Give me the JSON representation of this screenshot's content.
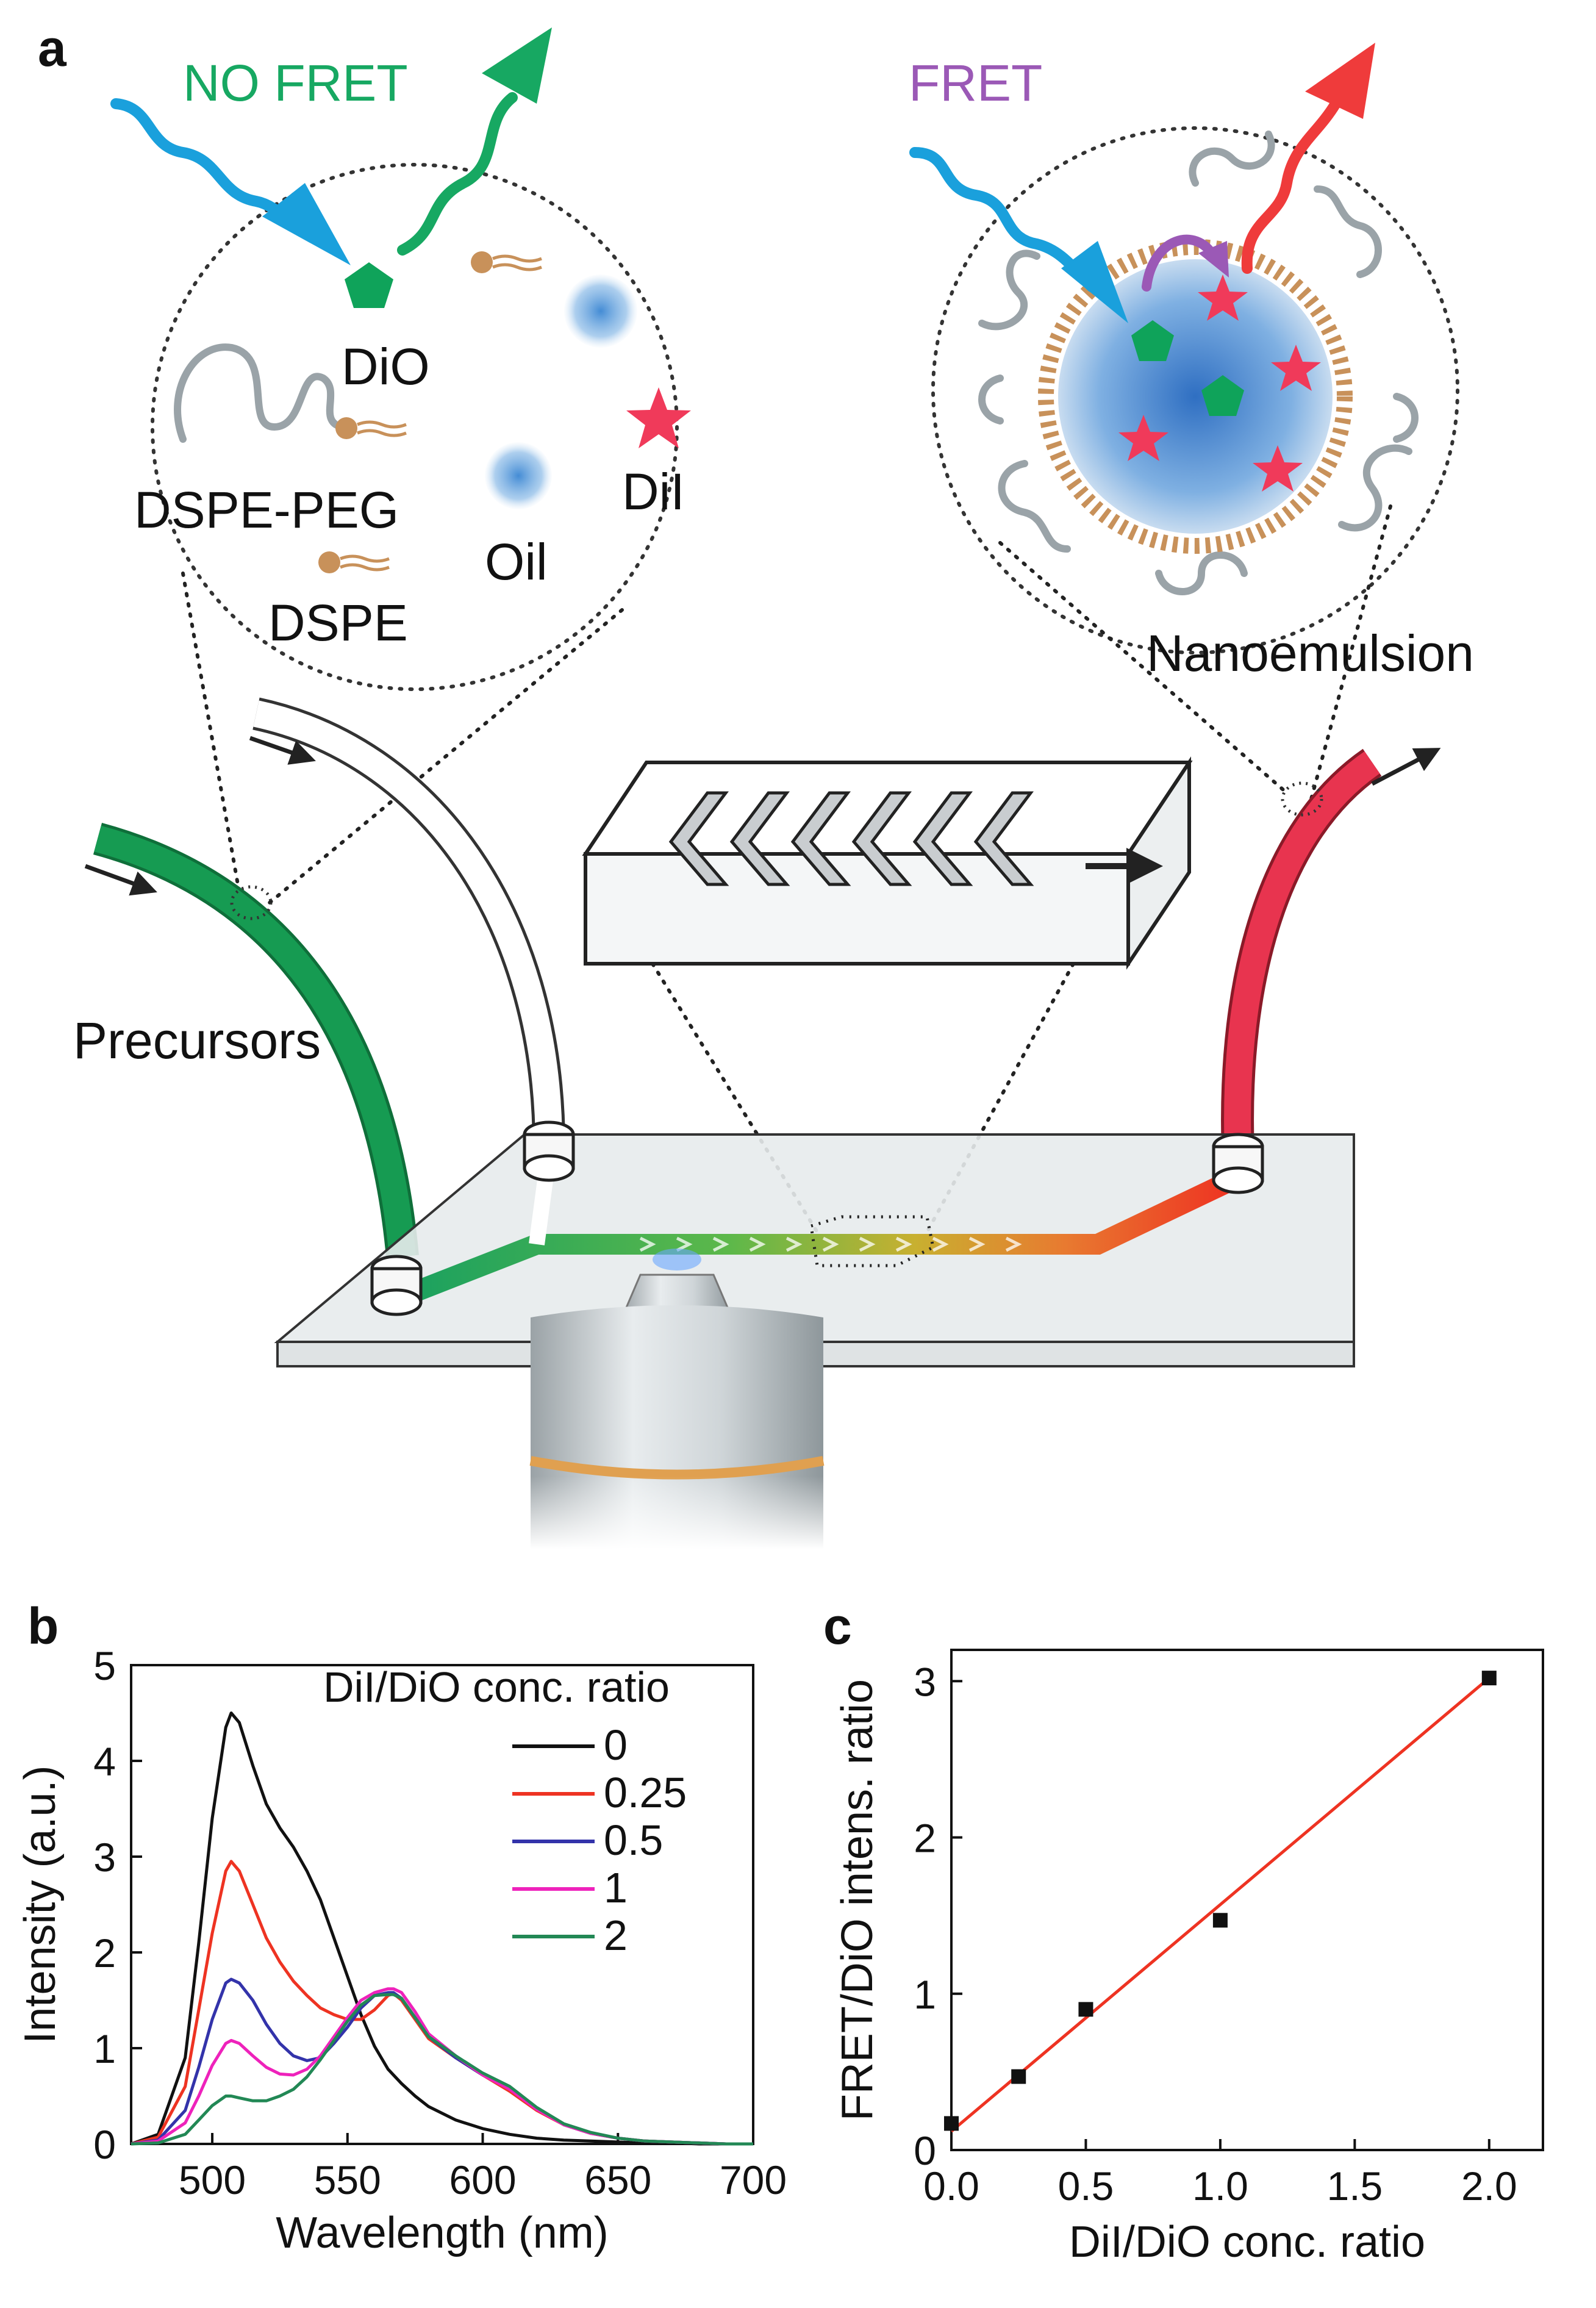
{
  "panel_labels": {
    "a": "a",
    "b": "b",
    "c": "c"
  },
  "schematic": {
    "no_fret_label": "NO FRET",
    "fret_label": "FRET",
    "dio_label": "DiO",
    "dil_label": "DiI",
    "dspe_peg_label": "DSPE-PEG",
    "dspe_label": "DSPE",
    "oil_label": "Oil",
    "nanoemulsion_label": "Nanoemulsion",
    "precursors_label": "Precursors"
  },
  "colors": {
    "blue_excitation": "#1aa0dc",
    "green_emission": "#17a862",
    "fret_purple": "#9b59b6",
    "red_emission": "#ef3b3b",
    "dil_star": "#f03a5a",
    "dio_pentagon": "#0fa35a",
    "oil_blue": "#4a90d9",
    "lipid_brown": "#c8915a",
    "peg_gray": "#9aa3a8",
    "green_tube": "#169b52",
    "red_tube": "#e8344f"
  },
  "chart_data": [
    {
      "panel": "b",
      "type": "line",
      "xlabel": "Wavelength (nm)",
      "ylabel": "Intensity (a.u.)",
      "xlim": [
        470,
        700
      ],
      "ylim": [
        0,
        5
      ],
      "xticks": [
        500,
        550,
        600,
        650,
        700
      ],
      "yticks": [
        0,
        1,
        2,
        3,
        4,
        5
      ],
      "legend_title": "DiI/DiO conc. ratio",
      "legend_position": "top-right",
      "x": [
        470,
        480,
        490,
        495,
        500,
        505,
        507,
        510,
        515,
        520,
        525,
        530,
        535,
        540,
        545,
        550,
        555,
        560,
        565,
        567,
        570,
        575,
        580,
        590,
        600,
        610,
        620,
        630,
        640,
        650,
        660,
        670,
        680,
        690,
        700
      ],
      "series": [
        {
          "name": "0",
          "color": "#111111",
          "values": [
            0.0,
            0.1,
            0.9,
            2.1,
            3.4,
            4.35,
            4.5,
            4.4,
            3.95,
            3.55,
            3.3,
            3.1,
            2.85,
            2.55,
            2.15,
            1.75,
            1.35,
            1.02,
            0.78,
            0.72,
            0.63,
            0.5,
            0.39,
            0.25,
            0.16,
            0.1,
            0.06,
            0.04,
            0.03,
            0.02,
            0.01,
            0.01,
            0.0,
            0.0,
            0.0
          ]
        },
        {
          "name": "0.25",
          "color": "#ee3322",
          "values": [
            0.0,
            0.07,
            0.6,
            1.4,
            2.2,
            2.85,
            2.95,
            2.85,
            2.5,
            2.15,
            1.9,
            1.7,
            1.55,
            1.42,
            1.35,
            1.3,
            1.3,
            1.4,
            1.55,
            1.57,
            1.5,
            1.3,
            1.1,
            0.9,
            0.72,
            0.55,
            0.35,
            0.2,
            0.11,
            0.06,
            0.03,
            0.02,
            0.01,
            0.0,
            0.0
          ]
        },
        {
          "name": "0.5",
          "color": "#3333aa",
          "values": [
            0.0,
            0.04,
            0.35,
            0.8,
            1.3,
            1.68,
            1.72,
            1.68,
            1.5,
            1.25,
            1.05,
            0.92,
            0.87,
            0.9,
            1.05,
            1.22,
            1.42,
            1.55,
            1.58,
            1.58,
            1.52,
            1.32,
            1.12,
            0.9,
            0.72,
            0.58,
            0.37,
            0.2,
            0.11,
            0.06,
            0.03,
            0.02,
            0.01,
            0.0,
            0.0
          ]
        },
        {
          "name": "1",
          "color": "#ee22bb",
          "values": [
            0.0,
            0.03,
            0.22,
            0.5,
            0.82,
            1.05,
            1.08,
            1.05,
            0.92,
            0.8,
            0.73,
            0.72,
            0.78,
            0.92,
            1.12,
            1.32,
            1.5,
            1.58,
            1.62,
            1.62,
            1.58,
            1.38,
            1.15,
            0.92,
            0.72,
            0.57,
            0.36,
            0.2,
            0.11,
            0.06,
            0.03,
            0.02,
            0.01,
            0.0,
            0.0
          ]
        },
        {
          "name": "2",
          "color": "#228855",
          "values": [
            0.0,
            0.01,
            0.1,
            0.25,
            0.4,
            0.5,
            0.5,
            0.48,
            0.45,
            0.45,
            0.5,
            0.57,
            0.7,
            0.88,
            1.08,
            1.28,
            1.45,
            1.55,
            1.56,
            1.56,
            1.52,
            1.32,
            1.12,
            0.92,
            0.74,
            0.6,
            0.38,
            0.21,
            0.12,
            0.06,
            0.03,
            0.02,
            0.01,
            0.0,
            0.0
          ]
        }
      ]
    },
    {
      "panel": "c",
      "type": "scatter",
      "xlabel": "DiI/DiO conc. ratio",
      "ylabel": "FRET/DiO intens. ratio",
      "xlim": [
        0.0,
        2.2
      ],
      "ylim": [
        0,
        3.2
      ],
      "xticks": [
        0.0,
        0.5,
        1.0,
        1.5,
        2.0
      ],
      "xtick_labels": [
        "0.0",
        "0.5",
        "1.0",
        "1.5",
        "2.0"
      ],
      "yticks": [
        0,
        1,
        2,
        3
      ],
      "points": {
        "x": [
          0.0,
          0.25,
          0.5,
          1.0,
          2.0
        ],
        "y": [
          0.17,
          0.47,
          0.9,
          1.47,
          3.02
        ]
      },
      "fit_line": {
        "color": "#ee3322",
        "x": [
          0.0,
          2.0
        ],
        "y": [
          0.12,
          3.02
        ]
      }
    }
  ]
}
